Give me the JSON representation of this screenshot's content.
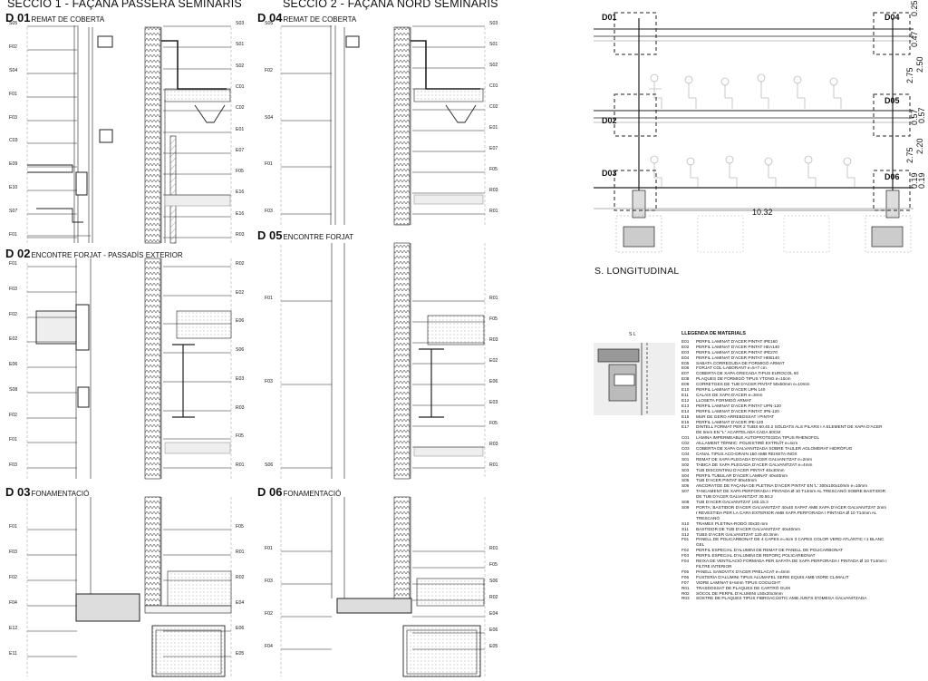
{
  "sections": [
    {
      "title": "SECCIÓ 1 - FAÇANA PASSERA SEMINARIS"
    },
    {
      "title": "SECCIÓ 2 - FAÇANA NORD SEMINARIS"
    }
  ],
  "details": [
    {
      "code": "D 01",
      "name": "REMAT DE COBERTA",
      "left_tags": [
        "S05",
        "F02",
        "S04",
        "F01",
        "F03",
        "C03",
        "E09",
        "E10",
        "S07",
        "F01"
      ],
      "right_tags": [
        "S03",
        "S01",
        "S02",
        "C01",
        "C02",
        "E01",
        "E07",
        "F05",
        "E16",
        "E16",
        "R03"
      ]
    },
    {
      "code": "D 02",
      "name": "ENCONTRE FORJAT - PASSADÍS EXTERIOR",
      "left_tags": [
        "F01",
        "F03",
        "F02",
        "E02",
        "E06",
        "S08",
        "F02",
        "F01",
        "F03"
      ],
      "right_tags": [
        "R02",
        "E02",
        "E06",
        "S06",
        "E03",
        "R03",
        "F05",
        "R01"
      ]
    },
    {
      "code": "D 03",
      "name": "FONAMENTACIÓ",
      "left_tags": [
        "F01",
        "F03",
        "F02",
        "F04",
        "E12",
        "E11"
      ],
      "right_tags": [
        "F05",
        "R01",
        "R02",
        "E04",
        "E06",
        "E05"
      ]
    },
    {
      "code": "D 04",
      "name": "REMAT DE COBERTA",
      "left_tags": [
        "S05",
        "F02",
        "S04",
        "F01",
        "F03"
      ],
      "right_tags": [
        "S03",
        "S01",
        "S02",
        "C01",
        "C02",
        "E01",
        "E07",
        "F05",
        "R03",
        "R01"
      ]
    },
    {
      "code": "D 05",
      "name": "ENCONTRE FORJAT",
      "left_tags": [
        "F01",
        "F03",
        "S06"
      ],
      "right_tags": [
        "R01",
        "F05",
        "R03",
        "E02",
        "E06",
        "E03",
        "F05",
        "R03",
        "R01"
      ]
    },
    {
      "code": "D 06",
      "name": "FONAMENTACIÓ",
      "left_tags": [
        "F01",
        "F03",
        "F02",
        "F04"
      ],
      "right_tags": [
        "R01",
        "F05",
        "S06",
        "R02",
        "E04",
        "E06",
        "E05"
      ]
    }
  ],
  "longitudinal": {
    "title": "S. LONGITUDINAL",
    "span": "10.32",
    "markers": [
      "D01",
      "D02",
      "D03",
      "D04",
      "D05",
      "D06"
    ],
    "dims": [
      "0.25",
      "0.47",
      "2.75",
      "2.50",
      "0.57",
      "0.57",
      "2.75",
      "2.20",
      "0.19",
      "0.19"
    ]
  },
  "keyplan": {
    "label": "S L"
  },
  "legend": {
    "title": "LLEGENDA DE MATERIALS",
    "items": [
      {
        "code": "E01",
        "text": "PERFIL LAMINAT D'ACER PINTAT IPE160"
      },
      {
        "code": "E02",
        "text": "PERFIL LAMINAT D'ACER PINTAT HEA140"
      },
      {
        "code": "E03",
        "text": "PERFIL LAMINAT D'ACER PINTAT IPE270"
      },
      {
        "code": "E04",
        "text": "PERFIL LAMINAT D'ACER PINTAT HEB140"
      },
      {
        "code": "E05",
        "text": "SABATA CORREGUDA DE FORMIGÓ ARMAT"
      },
      {
        "code": "E06",
        "text": "FORJAT COL·LABORANT e=5+7 cm"
      },
      {
        "code": "E07",
        "text": "COBERTA DE XAPA GRECADA TIPUS EUROCOL 60"
      },
      {
        "code": "E08",
        "text": "PLAQUES DE FORMIGÓ TIPUS YTONG e=10cm"
      },
      {
        "code": "E09",
        "text": "CORRETGES DE TUB D'ACER PINTAT 50x50mm e=10mm"
      },
      {
        "code": "E10",
        "text": "PERFIL LAMINAT D'ACER UPN 140"
      },
      {
        "code": "E11",
        "text": "CALAIX DE XAPA D'ACER e=3mm"
      },
      {
        "code": "E12",
        "text": "LLOSETA FORMIGÓ ARMAT"
      },
      {
        "code": "E13",
        "text": "PERFIL LAMINAT D'ACER PINTAT UPN-120"
      },
      {
        "code": "E14",
        "text": "PERFIL LAMINAT D'ACER PINTAT IPN-120"
      },
      {
        "code": "E15",
        "text": "MUR DE GERO ARREBOSSAT I PINTAT"
      },
      {
        "code": "E16",
        "text": "PERFIL LAMINAT D'ACER IPE-120"
      },
      {
        "code": "E17",
        "text": "DINTELL FORMAT PER 2 TUBS 60.40.2 SOLDATS ALS PILARS I A ELEMENT DE XAPA D'ACER DE 5mm EN \"L\" ACARTELADA CADA 60CM"
      },
      {
        "code": "C01",
        "text": "LÀMINA IMPERMEABLE AUTOPROTEGIDA TIPUS RHENOFOL"
      },
      {
        "code": "C02",
        "text": "AILLAMENT TÈRMIC: POLIESTIRÈ EXTRUÏT e=4cm"
      },
      {
        "code": "C03",
        "text": "COBERTA DE XAPA GALVANITZADA SOBRE TAULER AGLOMERAT HIDRÒFUG"
      },
      {
        "code": "C04",
        "text": "CANAL TIPUS ACO-DRAIN 150 AMB REIXETA INOX"
      },
      {
        "code": "S01",
        "text": "REMAT DE XAPA PLEGADA D'ACER GALVANITZAT e=2mm"
      },
      {
        "code": "S02",
        "text": "TABICA DE XAPA PLEGADA D'ACER GALVANITZAT e=4mm"
      },
      {
        "code": "S03",
        "text": "TUB DISCONTINU D'ACER PINTAT 40x40mm"
      },
      {
        "code": "S04",
        "text": "PERFIL TUBULAR D'ACER LAMINAT 40x40mm"
      },
      {
        "code": "S05",
        "text": "TUB D'ACER PINTAT 80x40mm"
      },
      {
        "code": "S06",
        "text": "ANCORATGE DE FAÇANA DE PLETINA D'ACER PINTAT EN 'L' 300x100x10mm e=10mm"
      },
      {
        "code": "S07",
        "text": "TANCAMENT DE XAPA PERFORADA I PINTADA Ø 10 T14mm AL TRESCANÓ SOBRE BASTIDOR DE TUB D'ACER GALVANITZAT 30.50.2"
      },
      {
        "code": "S08",
        "text": "TUB D'ACER GALVANITZAT 160.15.3"
      },
      {
        "code": "S09",
        "text": "PORTA: BASTIDOR D'ACER GALVANITZAT 40x40 XAPAT AMB XAPA D'ACER GALVANITZAT 2mm I REVESTIDA PER LA CARA EXTERIOR AMB XAPA PERFORADA I PINTADA Ø 10 T14mm AL TRESCANÓ"
      },
      {
        "code": "S10",
        "text": "TRAMEX PLETINA-RODÓ 30x30 mm"
      },
      {
        "code": "S11",
        "text": "BASTIDOR DE TUB D'ACER GALVANITZAT 40x40mm"
      },
      {
        "code": "S12",
        "text": "TUBS D'ACER GALVANITZAT 120.40.3mm"
      },
      {
        "code": "F01",
        "text": "PANELL DE POLICARBONAT DE 4 CAPES e=4cm 3 CAPES COLOR VERD ATLÀNTIC I 1 BLANC GEL"
      },
      {
        "code": "F02",
        "text": "PERFIL ESPECIAL D'ALUMINI DE REMAT DE PANELL DE POLICARBONAT"
      },
      {
        "code": "F03",
        "text": "PERFIL ESPECIAL D'ALUMINI DE REFORÇ POLICARBONAT"
      },
      {
        "code": "F04",
        "text": "REIXA DE VENTILACIÓ FORMADA PER SAFATA DE XAPA PERFORADA I PINTADA Ø 10 T14mm I FILTRE INTERIOR"
      },
      {
        "code": "F05",
        "text": "PANELL SANDVITX D'ACER PRELACAT e=4mm"
      },
      {
        "code": "F06",
        "text": "FUSTERIA D'ALUMINI TIPUS ALUMAFEL SERIE EQUIS AMB VIDRE CLIMALIT"
      },
      {
        "code": "F07",
        "text": "VIDRE LAMINAT 6+6mm TIPUS COOLIGHT"
      },
      {
        "code": "R01",
        "text": "TRASDOSSAT DE PLAQUES DE CARTRÓ GUIX"
      },
      {
        "code": "R02",
        "text": "SÒCOL DE PERFIL D'ALUMINI L50x20x3mm"
      },
      {
        "code": "R03",
        "text": "SOSTRE DE PLAQUES TIPUS FIBROACÚSTIC AMB JUNTS D'OMEGA GALVANITZADA"
      }
    ]
  }
}
